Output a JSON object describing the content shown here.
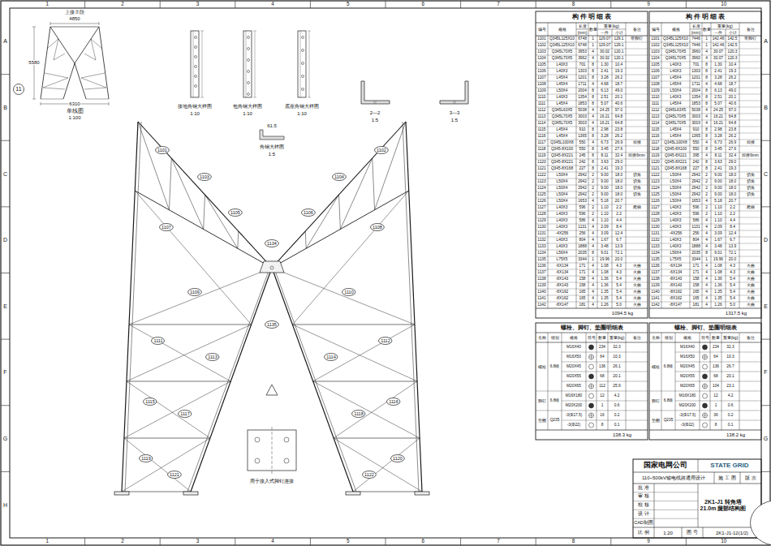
{
  "diagram": {
    "nodes": [
      {
        "text": [
          "11"
        ]
      },
      {
        "text": [
          "1101"
        ]
      },
      {
        "text": [
          "1103"
        ]
      },
      {
        "text": [
          "1105"
        ]
      },
      {
        "text": [
          "1107"
        ]
      },
      {
        "text": [
          "1109"
        ]
      },
      {
        "text": [
          "1111"
        ]
      },
      {
        "text": [
          "1113"
        ]
      },
      {
        "text": [
          "1115"
        ]
      },
      {
        "text": [
          "1117"
        ]
      },
      {
        "text": [
          "1119"
        ]
      },
      {
        "text": [
          "1121"
        ]
      },
      {
        "text": [
          "1102"
        ]
      },
      {
        "text": [
          "1104"
        ]
      },
      {
        "text": [
          "1106"
        ]
      },
      {
        "text": [
          "1108"
        ]
      },
      {
        "text": [
          "1110"
        ]
      },
      {
        "text": [
          "1112"
        ]
      },
      {
        "text": [
          "1114"
        ]
      },
      {
        "text": [
          "1116"
        ]
      },
      {
        "text": [
          "1118"
        ]
      },
      {
        "text": [
          "1120"
        ]
      },
      {
        "text": [
          "1122"
        ]
      },
      {
        "text": [
          "1134"
        ]
      },
      {
        "text": [
          "1135"
        ]
      },
      {
        "text": [
          "国家电网公司"
        ]
      },
      {
        "text": [
          "2K1-J1 转角塔 21.0m 腿部结构图"
        ]
      },
      {
        "text": [
          "11"
        ],
        "in": 26
      }
    ],
    "labels": [
      "1",
      "2",
      "3",
      "4",
      "5",
      "6",
      "7",
      "8",
      "9",
      "10",
      "1",
      "2",
      "3",
      "4",
      "5",
      "6",
      "7",
      "8",
      "9",
      "10",
      "A",
      "B",
      "C",
      "D",
      "E",
      "F",
      "G",
      "H",
      "A",
      "B",
      "C",
      "D",
      "E",
      "F",
      "G",
      "H",
      "上接⑦段",
      "4850",
      "5580",
      "6310",
      "单线图",
      "1:100",
      "接地角钢大样图",
      "1:10",
      "包角钢大样图",
      "1:10",
      "底座角钢大样图",
      "1:10",
      "2—2",
      "1:5",
      "3—3",
      "1:5",
      "61.5",
      "角钢大样图",
      "1:5",
      "用于接入式脚钉连接",
      "构 件 明 细 表",
      "编号",
      "规格",
      "长度",
      "数量",
      "重量(kg)",
      "备注",
      "(mm)",
      "一件",
      "小计",
      "1101",
      "Q345L125X10",
      "6748",
      "1",
      "129.07",
      "129.1",
      "1102",
      "Q345L125X10",
      "6748",
      "1",
      "129.07",
      "129.1",
      "1103",
      "Q345L70X5",
      "3953",
      "4",
      "30.02",
      "120.1",
      "1104",
      "Q345L70X5",
      "3962",
      "4",
      "30.02",
      "120.1",
      "1105",
      "L40X3",
      "701",
      "8",
      "1.30",
      "10.4",
      "1106",
      "L40X3",
      "1303",
      "8",
      "2.41",
      "19.3",
      "1107",
      "L45X4",
      "1201",
      "8",
      "3.28",
      "26.2",
      "1108",
      "L45X4",
      "1711",
      "4",
      "4.68",
      "18.7",
      "1109",
      "L50X4",
      "2004",
      "8",
      "6.13",
      "49.0",
      "1110",
      "L40X3",
      "1354",
      "8",
      "2.51",
      "20.1",
      "1111",
      "L45X4",
      "1853",
      "8",
      "5.07",
      "40.6",
      "1112",
      "Q345L63X5",
      "5038",
      "4",
      "24.25",
      "97.0",
      "1113",
      "Q345L70X5",
      "3003",
      "4",
      "16.21",
      "64.8",
      "1114",
      "Q345L70X5",
      "3003",
      "4",
      "16.21",
      "64.8",
      "1115",
      "L45X4",
      "910",
      "8",
      "2.98",
      "23.8",
      "1116",
      "L45X4",
      "1365",
      "8",
      "3.28",
      "26.2",
      "1117",
      "Q345L100X8",
      "550",
      "4",
      "6.73",
      "26.9",
      "1118",
      "Q345-8X100",
      "550",
      "8",
      "3.45",
      "27.6",
      "1119",
      "Q345-8X221",
      "245",
      "8",
      "8.11",
      "32.4",
      "1120",
      "Q345-8X221",
      "242",
      "8",
      "3.63",
      "29.0",
      "1121",
      "Q345-8X168",
      "227",
      "8",
      "2.41",
      "19.3",
      "1122",
      "L50X4",
      "2942",
      "2",
      "9.00",
      "18.0",
      "1123",
      "L50X4",
      "2942",
      "2",
      "9.00",
      "18.0",
      "1124",
      "L50X4",
      "2942",
      "2",
      "9.00",
      "18.0",
      "1125",
      "L50X4",
      "2942",
      "2",
      "9.00",
      "18.0",
      "1126",
      "L50X4",
      "1653",
      "4",
      "5.18",
      "20.7",
      "1127",
      "L40X3",
      "596",
      "2",
      "1.10",
      "2.2",
      "1128",
      "L40X3",
      "596",
      "2",
      "1.10",
      "2.2",
      "1129",
      "L40X3",
      "586",
      "4",
      "1.10",
      "4.4",
      "1130",
      "L40X3",
      "1131",
      "4",
      "2.09",
      "8.4",
      "1131",
      "-4X256",
      "256",
      "4",
      "3.09",
      "12.4",
      "1132",
      "L40X3",
      "804",
      "4",
      "1.67",
      "6.7",
      "1133",
      "L40X3",
      "1888",
      "4",
      "3.48",
      "13.9",
      "1134",
      "L56X4",
      "2035",
      "8",
      "9.01",
      "72.1",
      "1135",
      "L75X5",
      "3344",
      "1",
      "19.96",
      "20.0",
      "1136",
      "-6X134",
      "171",
      "4",
      "1.08",
      "4.3",
      "1137",
      "-6X134",
      "171",
      "4",
      "1.08",
      "4.3",
      "1138",
      "-8X143",
      "158",
      "4",
      "1.36",
      "5.4",
      "1139",
      "-8X143",
      "158",
      "4",
      "1.36",
      "5.4",
      "1140",
      "-8X162",
      "165",
      "4",
      "1.35",
      "5.4",
      "1141",
      "-8X162",
      "165",
      "4",
      "1.35",
      "5.4",
      "1142",
      "-8X147",
      "181",
      "4",
      "1.26",
      "5.0",
      "带脚钉",
      "焊接",
      "焊接6mm",
      "切角",
      "切角",
      "切角",
      "切角",
      "爬梯",
      "火曲",
      "火曲",
      "火曲",
      "火曲",
      "火曲",
      "火曲",
      "火曲",
      "1094.5 kg",
      "构 件 明 细 表",
      "编号",
      "规格",
      "长度",
      "数量",
      "重量(kg)",
      "备注",
      "(mm)",
      "一件",
      "小计",
      "1101",
      "Q345L125X10",
      "7446",
      "1",
      "142.46",
      "142.5",
      "1102",
      "Q345L125X10",
      "7446",
      "1",
      "142.46",
      "142.5",
      "1103",
      "Q345L70X5",
      "3960",
      "4",
      "30.07",
      "120.3",
      "1104",
      "Q345L70X5",
      "3960",
      "4",
      "30.07",
      "120.3",
      "1105",
      "L40X3",
      "701",
      "8",
      "1.30",
      "10.4",
      "1106",
      "L40X3",
      "1303",
      "8",
      "2.41",
      "19.3",
      "1107",
      "L45X4",
      "1201",
      "8",
      "3.28",
      "26.2",
      "1108",
      "L45X4",
      "1711",
      "4",
      "4.68",
      "18.7",
      "1109",
      "L50X4",
      "2004",
      "8",
      "6.13",
      "49.0",
      "1110",
      "L40X3",
      "1354",
      "8",
      "2.51",
      "20.1",
      "1111",
      "L45X4",
      "1853",
      "8",
      "5.07",
      "40.6",
      "1112",
      "Q345L63X5",
      "5038",
      "4",
      "24.25",
      "97.0",
      "1113",
      "Q345L70X5",
      "3003",
      "4",
      "16.21",
      "64.8",
      "1114",
      "Q345L70X5",
      "3003",
      "4",
      "16.21",
      "64.8",
      "1115",
      "L45X4",
      "910",
      "8",
      "2.98",
      "23.8",
      "1116",
      "L45X4",
      "1365",
      "8",
      "3.28",
      "26.2",
      "1117",
      "Q345L100X8",
      "550",
      "4",
      "6.73",
      "26.9",
      "1118",
      "Q345-8X100",
      "550",
      "8",
      "3.45",
      "27.6",
      "1119",
      "Q345-8X221",
      "395",
      "4",
      "8.11",
      "32.4",
      "1120",
      "Q345-8X221",
      "242",
      "8",
      "3.63",
      "29.0",
      "1121",
      "Q345-8X168",
      "227",
      "8",
      "2.41",
      "19.3",
      "1122",
      "L50X4",
      "2942",
      "2",
      "9.00",
      "18.0",
      "1123",
      "L50X4",
      "2942",
      "2",
      "9.00",
      "18.0",
      "1124",
      "L50X4",
      "2942",
      "2",
      "9.00",
      "18.0",
      "1125",
      "L50X4",
      "2942",
      "2",
      "9.00",
      "18.0",
      "1126",
      "L50X4",
      "1653",
      "4",
      "5.18",
      "20.7",
      "1127",
      "L40X3",
      "596",
      "2",
      "1.10",
      "2.2",
      "1128",
      "L40X3",
      "596",
      "2",
      "1.10",
      "2.2",
      "1129",
      "L40X3",
      "586",
      "4",
      "1.10",
      "4.4",
      "1130",
      "L40X3",
      "1131",
      "4",
      "2.09",
      "8.4",
      "1131",
      "-4X256",
      "256",
      "4",
      "3.09",
      "12.4",
      "1132",
      "L40X3",
      "804",
      "4",
      "1.67",
      "6.7",
      "1133",
      "L40X3",
      "1888",
      "4",
      "3.48",
      "13.9",
      "1134",
      "L56X4",
      "2035",
      "8",
      "9.01",
      "72.1",
      "1135",
      "L75X5",
      "3344",
      "1",
      "19.96",
      "20.0",
      "1136",
      "-6X134",
      "171",
      "4",
      "1.08",
      "4.3",
      "1137",
      "-6X134",
      "171",
      "4",
      "1.08",
      "4.3",
      "1138",
      "-8X143",
      "158",
      "4",
      "1.36",
      "5.4",
      "1139",
      "-8X143",
      "158",
      "4",
      "1.36",
      "5.4",
      "1140",
      "-8X162",
      "165",
      "4",
      "1.35",
      "5.4",
      "1141",
      "-8X162",
      "165",
      "4",
      "1.35",
      "5.4",
      "1142",
      "-8X147",
      "181",
      "4",
      "1.26",
      "5.0",
      "带脚钉",
      "焊接",
      "焊接6mm",
      "切角",
      "切角",
      "切角",
      "切角",
      "爬梯",
      "火曲",
      "火曲",
      "火曲",
      "火曲",
      "火曲",
      "火曲",
      "火曲",
      "1317.5 kg",
      "螺栓、脚钉、垫圈明细表",
      "名称",
      "级别",
      "规格",
      "符号",
      "数量",
      "重量(kg)",
      "备注",
      "螺栓",
      "6.8级",
      "脚钉",
      "6.8级",
      "垫圈",
      "Q235",
      "M16X40",
      "234",
      "32.3",
      "M16X50",
      "64",
      "10.3",
      "M20X45",
      "136",
      "26.1",
      "M20X55",
      "68",
      "20.1",
      "M20X65",
      "112",
      "25.9",
      "M16X180",
      "12",
      "4.2",
      "M20X200",
      "1",
      "0.6",
      "-3(Φ17.5)",
      "16",
      "0.2",
      "-3(Φ22)",
      "8",
      "0.1",
      "138.3 kg",
      "螺栓、脚钉、垫圈明细表",
      "名称",
      "级别",
      "规格",
      "符号",
      "数量",
      "重量(kg)",
      "备注",
      "螺栓",
      "6.8级",
      "脚钉",
      "6.8级",
      "垫圈",
      "Q235",
      "M16X40",
      "234",
      "32.3",
      "M16X50",
      "64",
      "10.3",
      "M20X45",
      "136",
      "26.7",
      "M20X55",
      "68",
      "20.1",
      "M20X65",
      "104",
      "23.1",
      "M16X180",
      "12",
      "4.2",
      "M20X200",
      "1",
      "0.6",
      "-3(Φ17.5)",
      "36",
      "0.2",
      "-3(Φ22)",
      "8",
      "0.1",
      "138.2 kg",
      "STATE GRID",
      "110~500kV输电线路通用设计",
      "施 工 图",
      "版 次",
      "批 准",
      "审 核",
      "校 核",
      "设 计",
      "CAD制图",
      "比 例",
      "1:20",
      "图 号",
      "2K1-J1-12(1/2)"
    ]
  }
}
